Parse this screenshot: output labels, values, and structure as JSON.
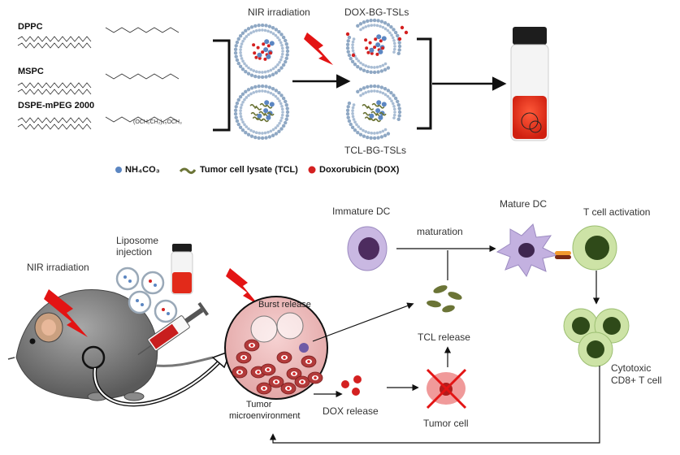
{
  "top": {
    "lipids": {
      "dppc": "DPPC",
      "mspc": "MSPC",
      "dspe": "DSPE-mPEG 2000"
    },
    "dspe_peg_tail": "(OCH₂CH₂)₄₅OCH₃",
    "nir_irradiation": "NIR  irradiation",
    "dox_tsls": "DOX-BG-TSLs",
    "tcl_tsls": "TCL-BG-TSLs",
    "legend": [
      {
        "label": "NH₄CO₃",
        "color": "#5b86c2"
      },
      {
        "label": "Tumor cell lysate (TCL)",
        "color": "#6b7436"
      },
      {
        "label": "Doxorubicin (DOX)",
        "color": "#d42020"
      }
    ]
  },
  "bottom": {
    "nir_irradiation": "NIR irradiation",
    "liposome_injection_1": "Liposome",
    "liposome_injection_2": "injection",
    "burst_release": "Burst release",
    "tumor_micro_1": "Tumor",
    "tumor_micro_2": "microenvironment",
    "immature_dc": "Immature  DC",
    "maturation": "maturation",
    "mature_dc": "Mature DC",
    "t_cell_activation": "T cell activation",
    "tcl_release": "TCL release",
    "dox_release": "DOX release",
    "tumor_cell": "Tumor cell",
    "cytotoxic_1": "Cytotoxic",
    "cytotoxic_2": "CD8+ T cell"
  },
  "colors": {
    "dox_red": "#d42020",
    "tcl_olive": "#6b7436",
    "nh4_blue": "#5b86c2",
    "dc_purple": "#b9a6d4",
    "tcell_green": "#c8dfa4",
    "tumor_red": "#c84545"
  }
}
